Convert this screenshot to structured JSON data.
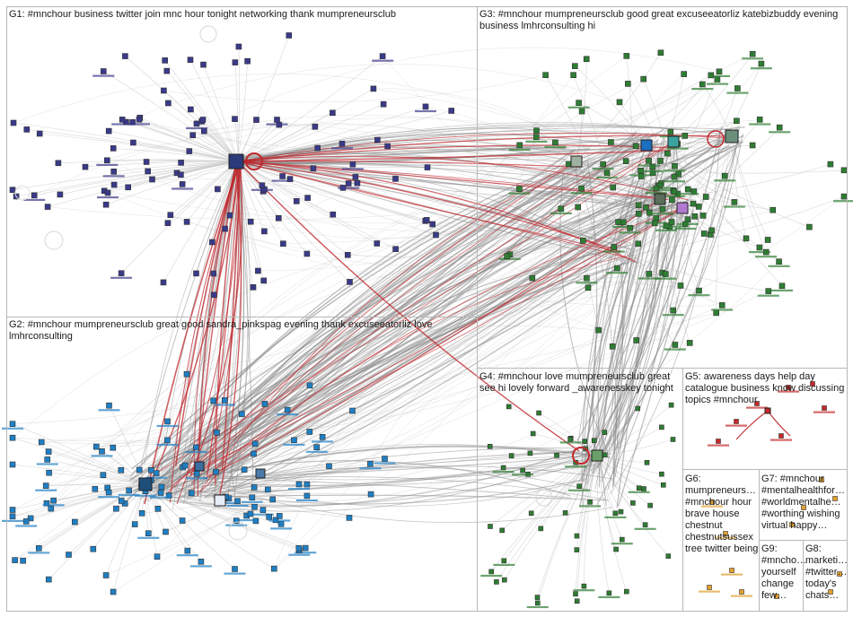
{
  "groups": [
    {
      "id": "G1",
      "label": "G1: #mnchour business twitter join mnc hour tonight networking thank mumpreneursclub",
      "color": "#3a3a8a"
    },
    {
      "id": "G2",
      "label": "G2: #mnchour mumpreneursclub great good sandra_pinkspag evening thank excuseeatorliz love lmhrconsulting",
      "color": "#1f7fc4"
    },
    {
      "id": "G3",
      "label": "G3: #mnchour mumpreneursclub good great excuseeatorliz katebizbuddy evening business lmhrconsulting hi",
      "color": "#2e7d32"
    },
    {
      "id": "G4",
      "label": "G4: #mnchour love mumpreneursclub great see hi lovely forward _awarenesskey tonight",
      "color": "#2e7d32"
    },
    {
      "id": "G5",
      "label": "G5: awareness days help day catalogue business know discussing topics #mnchour",
      "color": "#c62828"
    },
    {
      "id": "G6",
      "label": "G6: mumpreneurs… #mnchour hour brave house chestnut chestnutsussex tree twitter being",
      "color": "#e0a030"
    },
    {
      "id": "G7",
      "label": "G7: #mnchour #mentalhealthfor… #worldmentalhe… #worthing wishing virtual happy…",
      "color": "#e0a030"
    },
    {
      "id": "G8",
      "label": "G8: marketi… #twitter… today's chats…",
      "color": "#e0a030"
    },
    {
      "id": "G9",
      "label": "G9: #mncho… yourself change few…",
      "color": "#e0a030"
    }
  ],
  "colors": {
    "edge_gray": "#8a8a8a",
    "edge_light": "#c8c8c8",
    "edge_red": "#c0272d",
    "panel_border": "#b8b8b8",
    "node_g1": "#3a3a8a",
    "node_g2": "#1f7fc4",
    "node_g3": "#2e7d32",
    "node_g5": "#c62828",
    "node_g6": "#e0a030"
  }
}
